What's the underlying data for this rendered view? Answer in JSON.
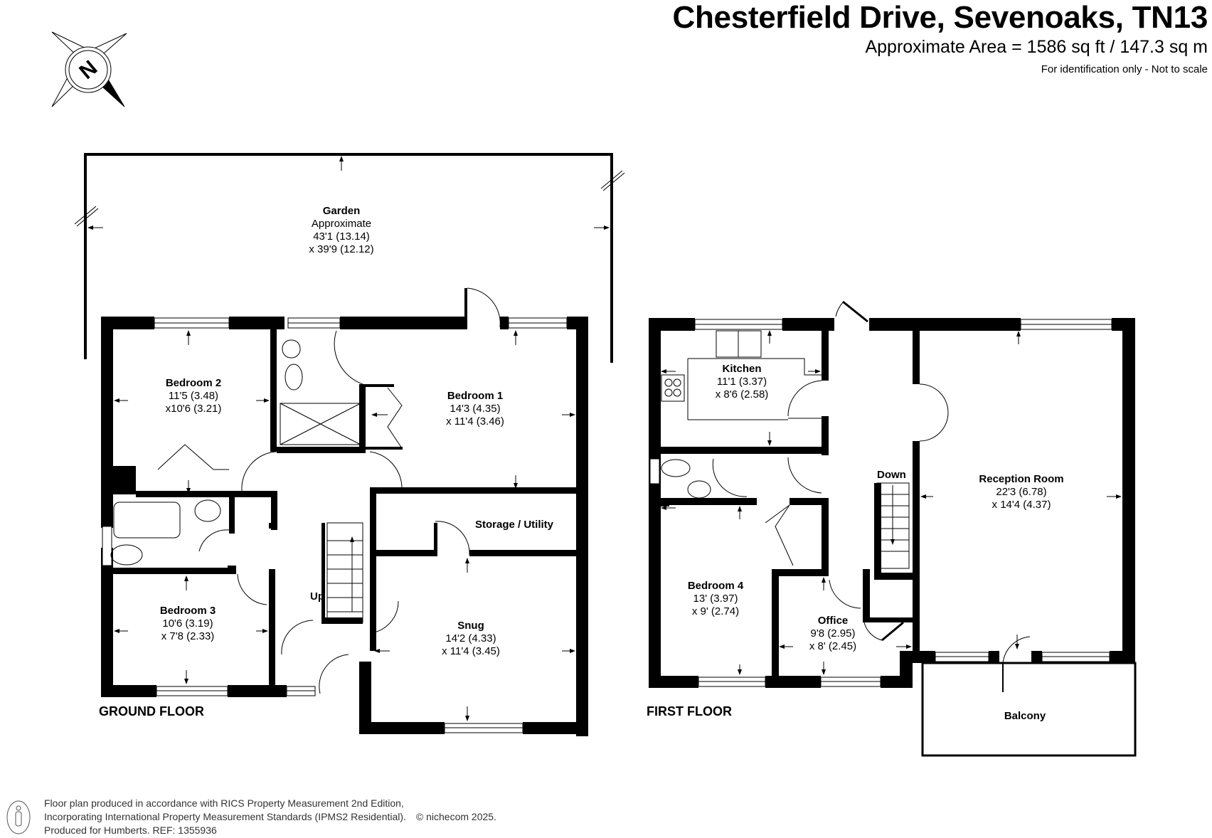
{
  "header": {
    "title": "Chesterfield Drive, Sevenoaks, TN13",
    "area": "Approximate Area = 1586 sq ft / 147.3 sq m",
    "disclaimer": "For identification only - Not to scale"
  },
  "compass": {
    "icon": "north-compass-icon",
    "letter": "N"
  },
  "ground_floor": {
    "label": "GROUND FLOOR",
    "stairs_label": "Up",
    "rooms": {
      "garden": {
        "name": "Garden",
        "lines": [
          "Approximate",
          "43'1 (13.14)",
          "x 39'9 (12.12)"
        ]
      },
      "bedroom1": {
        "name": "Bedroom 1",
        "lines": [
          "14'3 (4.35)",
          "x 11'4 (3.46)"
        ]
      },
      "bedroom2": {
        "name": "Bedroom 2",
        "lines": [
          "11'5 (3.48)",
          "x10'6 (3.21)"
        ]
      },
      "bedroom3": {
        "name": "Bedroom 3",
        "lines": [
          "10'6 (3.19)",
          "x 7'8 (2.33)"
        ]
      },
      "snug": {
        "name": "Snug",
        "lines": [
          "14'2 (4.33)",
          "x 11'4 (3.45)"
        ]
      },
      "storage": {
        "name": "Storage / Utility"
      }
    }
  },
  "first_floor": {
    "label": "FIRST FLOOR",
    "stairs_label": "Down",
    "rooms": {
      "kitchen": {
        "name": "Kitchen",
        "lines": [
          "11'1 (3.37)",
          "x 8'6 (2.58)"
        ]
      },
      "reception": {
        "name": "Reception Room",
        "lines": [
          "22'3 (6.78)",
          "x 14'4 (4.37)"
        ]
      },
      "bedroom4": {
        "name": "Bedroom 4",
        "lines": [
          "13' (3.97)",
          "x 9' (2.74)"
        ]
      },
      "office": {
        "name": "Office",
        "lines": [
          "9'8 (2.95)",
          "x 8' (2.45)"
        ]
      },
      "balcony": {
        "name": "Balcony"
      }
    }
  },
  "footer": {
    "line1": "Floor plan produced in accordance with RICS Property Measurement 2nd Edition,",
    "line2": "Incorporating International Property Measurement Standards (IPMS2 Residential).",
    "copyright": "© nichecom 2025.",
    "line3": "Produced for Humberts.   REF: 1355936"
  }
}
